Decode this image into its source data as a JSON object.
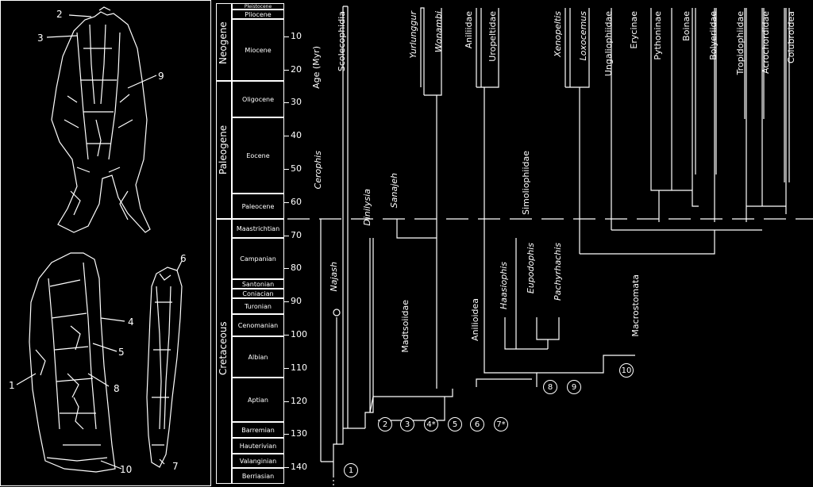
{
  "skull_callouts": [
    "1",
    "2",
    "3",
    "4",
    "5",
    "6",
    "7",
    "8",
    "9",
    "10"
  ],
  "axis_title": "Age (Myr)",
  "age_ticks": [
    "10",
    "20",
    "30",
    "40",
    "50",
    "60",
    "70",
    "80",
    "90",
    "100",
    "110",
    "120",
    "130",
    "140"
  ],
  "eras": [
    {
      "name": "Neogene"
    },
    {
      "name": "Paleogene"
    },
    {
      "name": "Cretaceous"
    }
  ],
  "stages": [
    {
      "name": "Pleistocene"
    },
    {
      "name": "Pliocene"
    },
    {
      "name": "Miocene"
    },
    {
      "name": "Oligocene"
    },
    {
      "name": "Eocene"
    },
    {
      "name": "Paleocene"
    },
    {
      "name": "Maastrichtian"
    },
    {
      "name": "Campanian"
    },
    {
      "name": "Santonian"
    },
    {
      "name": "Coniacian"
    },
    {
      "name": "Turonian"
    },
    {
      "name": "Cenomanian"
    },
    {
      "name": "Albian"
    },
    {
      "name": "Aptian"
    },
    {
      "name": "Barremian"
    },
    {
      "name": "Hauterivian"
    },
    {
      "name": "Valanginian"
    },
    {
      "name": "Berriasian"
    }
  ],
  "taxa_top": [
    {
      "name": "Scolecophidia"
    },
    {
      "name": "Yurlunggur"
    },
    {
      "name": "Wonambi"
    },
    {
      "name": "Aniliidae"
    },
    {
      "name": "Uropeltidae"
    },
    {
      "name": "Xenopeltis"
    },
    {
      "name": "Loxocemus"
    },
    {
      "name": "Ungaliophiidae"
    },
    {
      "name": "Erycinae"
    },
    {
      "name": "Pythoninae"
    },
    {
      "name": "Boinae"
    },
    {
      "name": "Bolyeriidae"
    },
    {
      "name": "Tropidophiidae"
    },
    {
      "name": "Acrochordidae"
    },
    {
      "name": "Colubroidea"
    }
  ],
  "taxa_mid": [
    {
      "name": "Cerophis"
    },
    {
      "name": "Dinilysia"
    },
    {
      "name": "Sanajeh"
    },
    {
      "name": "Simoliophiidae"
    },
    {
      "name": "Najash"
    },
    {
      "name": "Madtsoiidae"
    },
    {
      "name": "Anilioidea"
    },
    {
      "name": "Haasiophis"
    },
    {
      "name": "Eupodophis"
    },
    {
      "name": "Pachyrhachis"
    },
    {
      "name": "Macrostomata"
    }
  ],
  "nodes": [
    "1",
    "2",
    "3",
    "4*",
    "5",
    "6",
    "7*",
    "8",
    "9",
    "10"
  ]
}
